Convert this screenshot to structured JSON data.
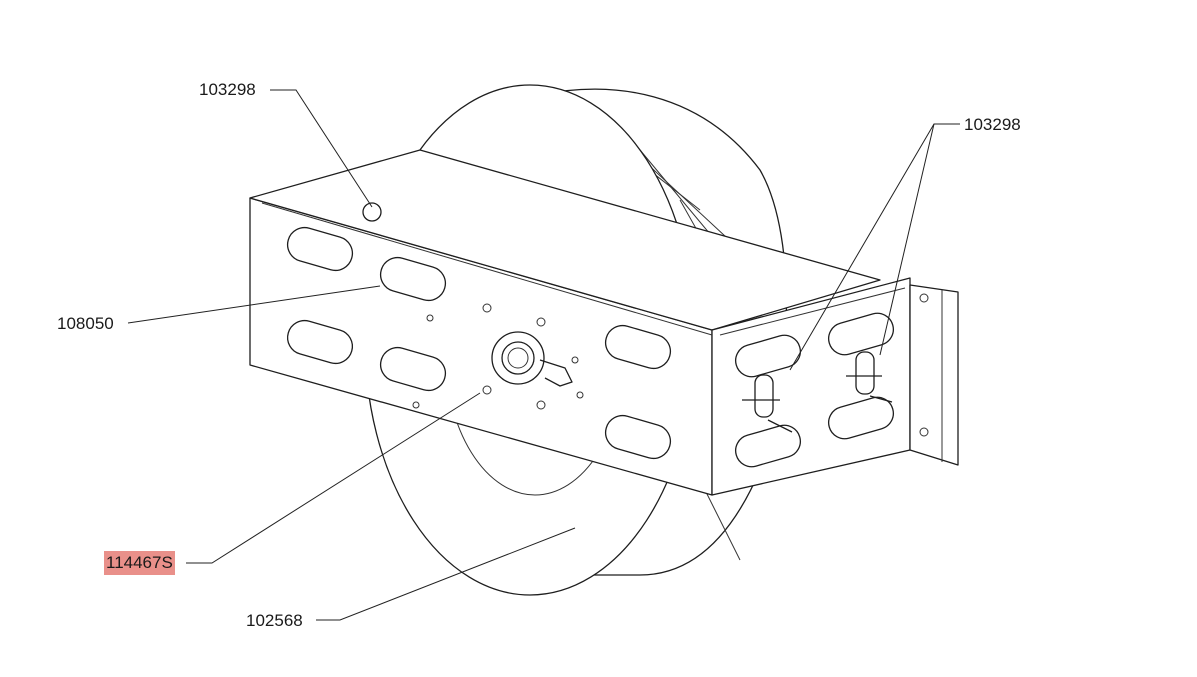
{
  "part_labels": [
    {
      "id": "a",
      "text": "103298",
      "highlighted": false
    },
    {
      "id": "b",
      "text": "103298",
      "highlighted": false
    },
    {
      "id": "c",
      "text": "108050",
      "highlighted": false
    },
    {
      "id": "d",
      "text": "114467S",
      "highlighted": true
    },
    {
      "id": "e",
      "text": "102568",
      "highlighted": false
    }
  ],
  "colors": {
    "highlight": "#e9908a",
    "line": "#1e1e1e",
    "background": "#ffffff"
  }
}
